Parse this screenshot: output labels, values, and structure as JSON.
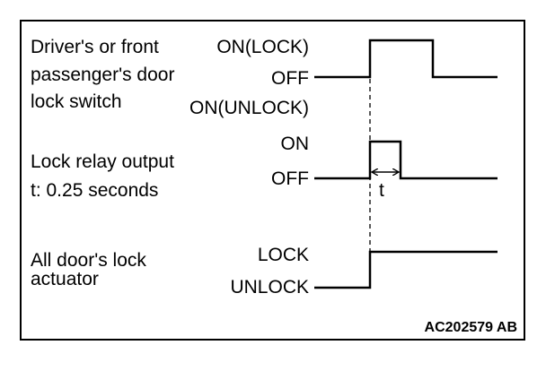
{
  "signals": [
    {
      "id": "door-lock-switch",
      "label_lines": [
        "Driver's or front",
        "passenger's door",
        "lock switch"
      ],
      "states": [
        "ON(LOCK)",
        "OFF",
        "ON(UNLOCK)"
      ]
    },
    {
      "id": "lock-relay-output",
      "label_lines": [
        "Lock relay output",
        "t: 0.25 seconds"
      ],
      "states": [
        "ON",
        "OFF"
      ],
      "pulse_label": "t"
    },
    {
      "id": "door-lock-actuator",
      "label_lines": [
        "All door's lock",
        "actuator"
      ],
      "states": [
        "LOCK",
        "UNLOCK"
      ]
    }
  ],
  "figure_code": "AC202579 AB",
  "colors": {
    "line": "#000000",
    "background": "#ffffff"
  }
}
